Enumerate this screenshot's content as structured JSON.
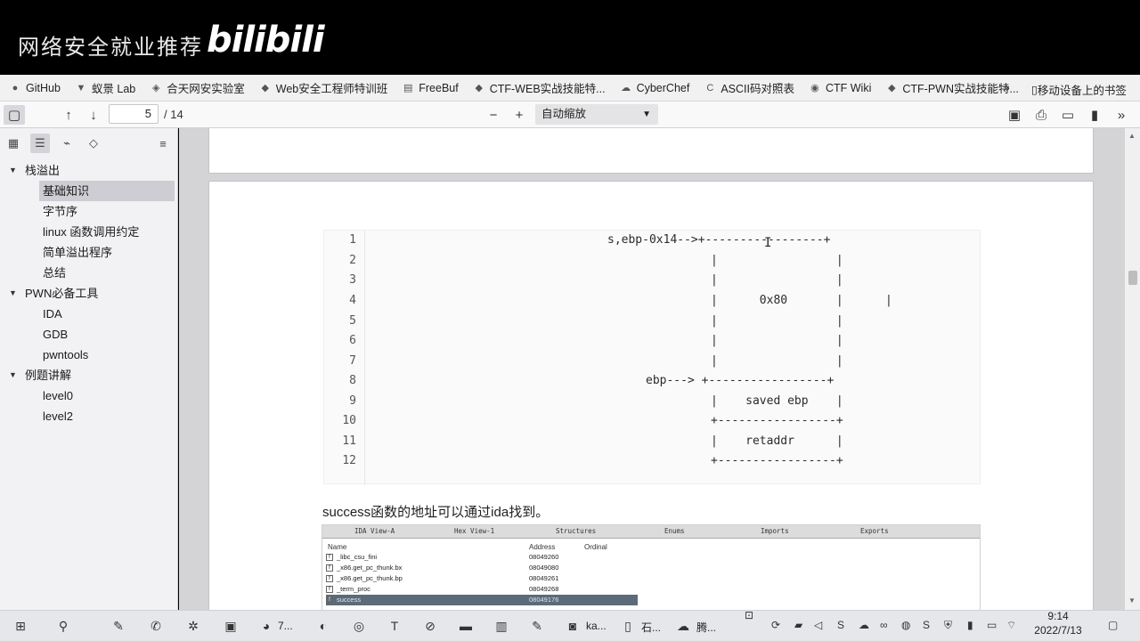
{
  "banner": {
    "title": "网络安全就业推荐",
    "logo": "bilibili"
  },
  "bookmarks": {
    "items": [
      {
        "label": "GitHub",
        "icon": "github-icon"
      },
      {
        "label": "蚁景 Lab",
        "icon": "lab-icon"
      },
      {
        "label": "合天网安实验室",
        "icon": "shield-icon"
      },
      {
        "label": "Web安全工程师特训班",
        "icon": "diamond-icon"
      },
      {
        "label": "FreeBuf",
        "icon": "freebuf-icon"
      },
      {
        "label": "CTF-WEB实战技能特...",
        "icon": "diamond-icon"
      },
      {
        "label": "CyberChef",
        "icon": "chef-icon"
      },
      {
        "label": "ASCII码对照表",
        "icon": "c-icon"
      },
      {
        "label": "CTF Wiki",
        "icon": "ctf-icon"
      },
      {
        "label": "CTF-PWN实战技能特...",
        "icon": "diamond-icon"
      }
    ],
    "overflow": "»",
    "mobile": "移动设备上的书签"
  },
  "toolbar": {
    "page_current": "5",
    "page_total": "/ 14",
    "zoom": "自动缩放"
  },
  "sidebar": {
    "outline": [
      {
        "label": "栈溢出",
        "level": 0
      },
      {
        "label": "基础知识",
        "level": 1,
        "selected": true
      },
      {
        "label": "字节序",
        "level": 1
      },
      {
        "label": "linux 函数调用约定",
        "level": 1
      },
      {
        "label": "简单溢出程序",
        "level": 1
      },
      {
        "label": "总结",
        "level": 1
      },
      {
        "label": "PWN必备工具",
        "level": 0
      },
      {
        "label": "IDA",
        "level": 1
      },
      {
        "label": "GDB",
        "level": 1
      },
      {
        "label": "pwntools",
        "level": 1
      },
      {
        "label": "例题讲解",
        "level": 0
      },
      {
        "label": "level0",
        "level": 1
      },
      {
        "label": "level2",
        "level": 1
      }
    ]
  },
  "document": {
    "code_lines": [
      {
        "num": "1",
        "text": "s,ebp-0x14-->+-----------------+"
      },
      {
        "num": "2",
        "text": "|                 |"
      },
      {
        "num": "3",
        "text": "|                 |"
      },
      {
        "num": "4",
        "text": "|      0x80       |"
      },
      {
        "num": "5",
        "text": "|                 |"
      },
      {
        "num": "6",
        "text": "|                 |"
      },
      {
        "num": "7",
        "text": "|                 |"
      },
      {
        "num": "8",
        "text": "ebp---> +-----------------+"
      },
      {
        "num": "9",
        "text": "|    saved ebp    |"
      },
      {
        "num": "10",
        "text": "+-----------------+"
      },
      {
        "num": "11",
        "text": "|    retaddr      |"
      },
      {
        "num": "12",
        "text": "+-----------------+"
      }
    ],
    "stray_bar": "|",
    "paragraph": "success函数的地址可以通过ida找到。",
    "ida": {
      "tabs": [
        "IDA View-A",
        "Hex View-1",
        "Structures",
        "Enums",
        "Imports",
        "Exports"
      ],
      "headers": {
        "name": "Name",
        "address": "Address",
        "ordinal": "Ordinal"
      },
      "rows": [
        {
          "name": "_libc_csu_fini",
          "address": "08049260"
        },
        {
          "name": "_x86.get_pc_thunk.bx",
          "address": "08049080"
        },
        {
          "name": "_x86.get_pc_thunk.bp",
          "address": "08049261"
        },
        {
          "name": "_term_proc",
          "address": "08049268"
        },
        {
          "name": "success",
          "address": "08049176",
          "selected": true
        }
      ]
    }
  },
  "taskbar": {
    "labels": {
      "firefox": "7...",
      "ka": "ka...",
      "stone": "石...",
      "teng": "腾..."
    },
    "time": "9:14",
    "date": "2022/7/13"
  }
}
